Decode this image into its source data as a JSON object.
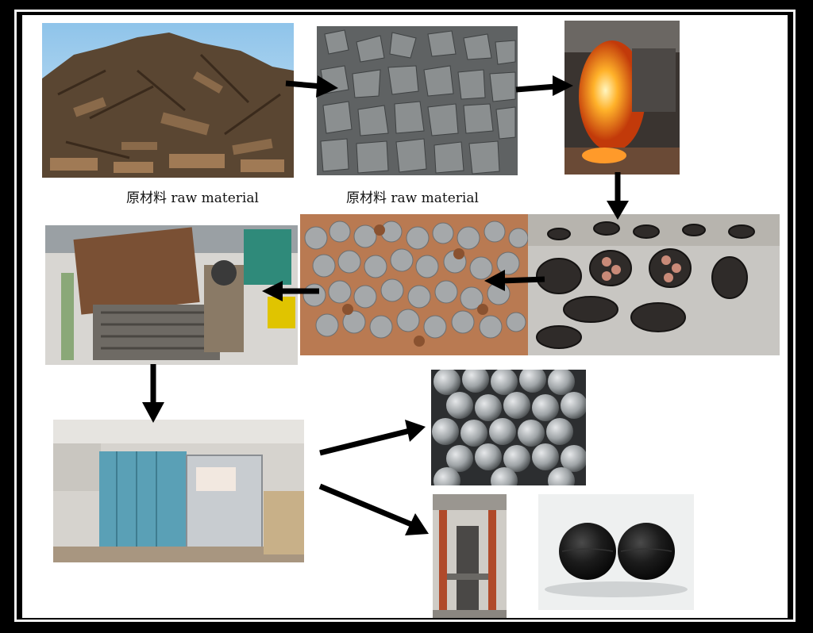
{
  "captions": {
    "scrap_steel": "原材料 raw material",
    "ferro_alloy": "原材料  raw material"
  },
  "photos": {
    "scrap_steel": "scrap steel pile",
    "ferro_alloy": "grey alloy lumps",
    "smelting": "molten metal pouring from furnace",
    "molds": "casting molds with balls",
    "cast_balls": "cast balls with sprues",
    "grinding_machine": "sprue removal drum machine",
    "heat_treat_furnace": "heat treatment furnace",
    "finished_balls": "finished grey steel balls",
    "quench_line": "quenching equipment",
    "black_balls": "two black cast balls"
  },
  "colors": {
    "arrow": "#000000",
    "frame": "#f2f2f2",
    "background": "#000000"
  }
}
